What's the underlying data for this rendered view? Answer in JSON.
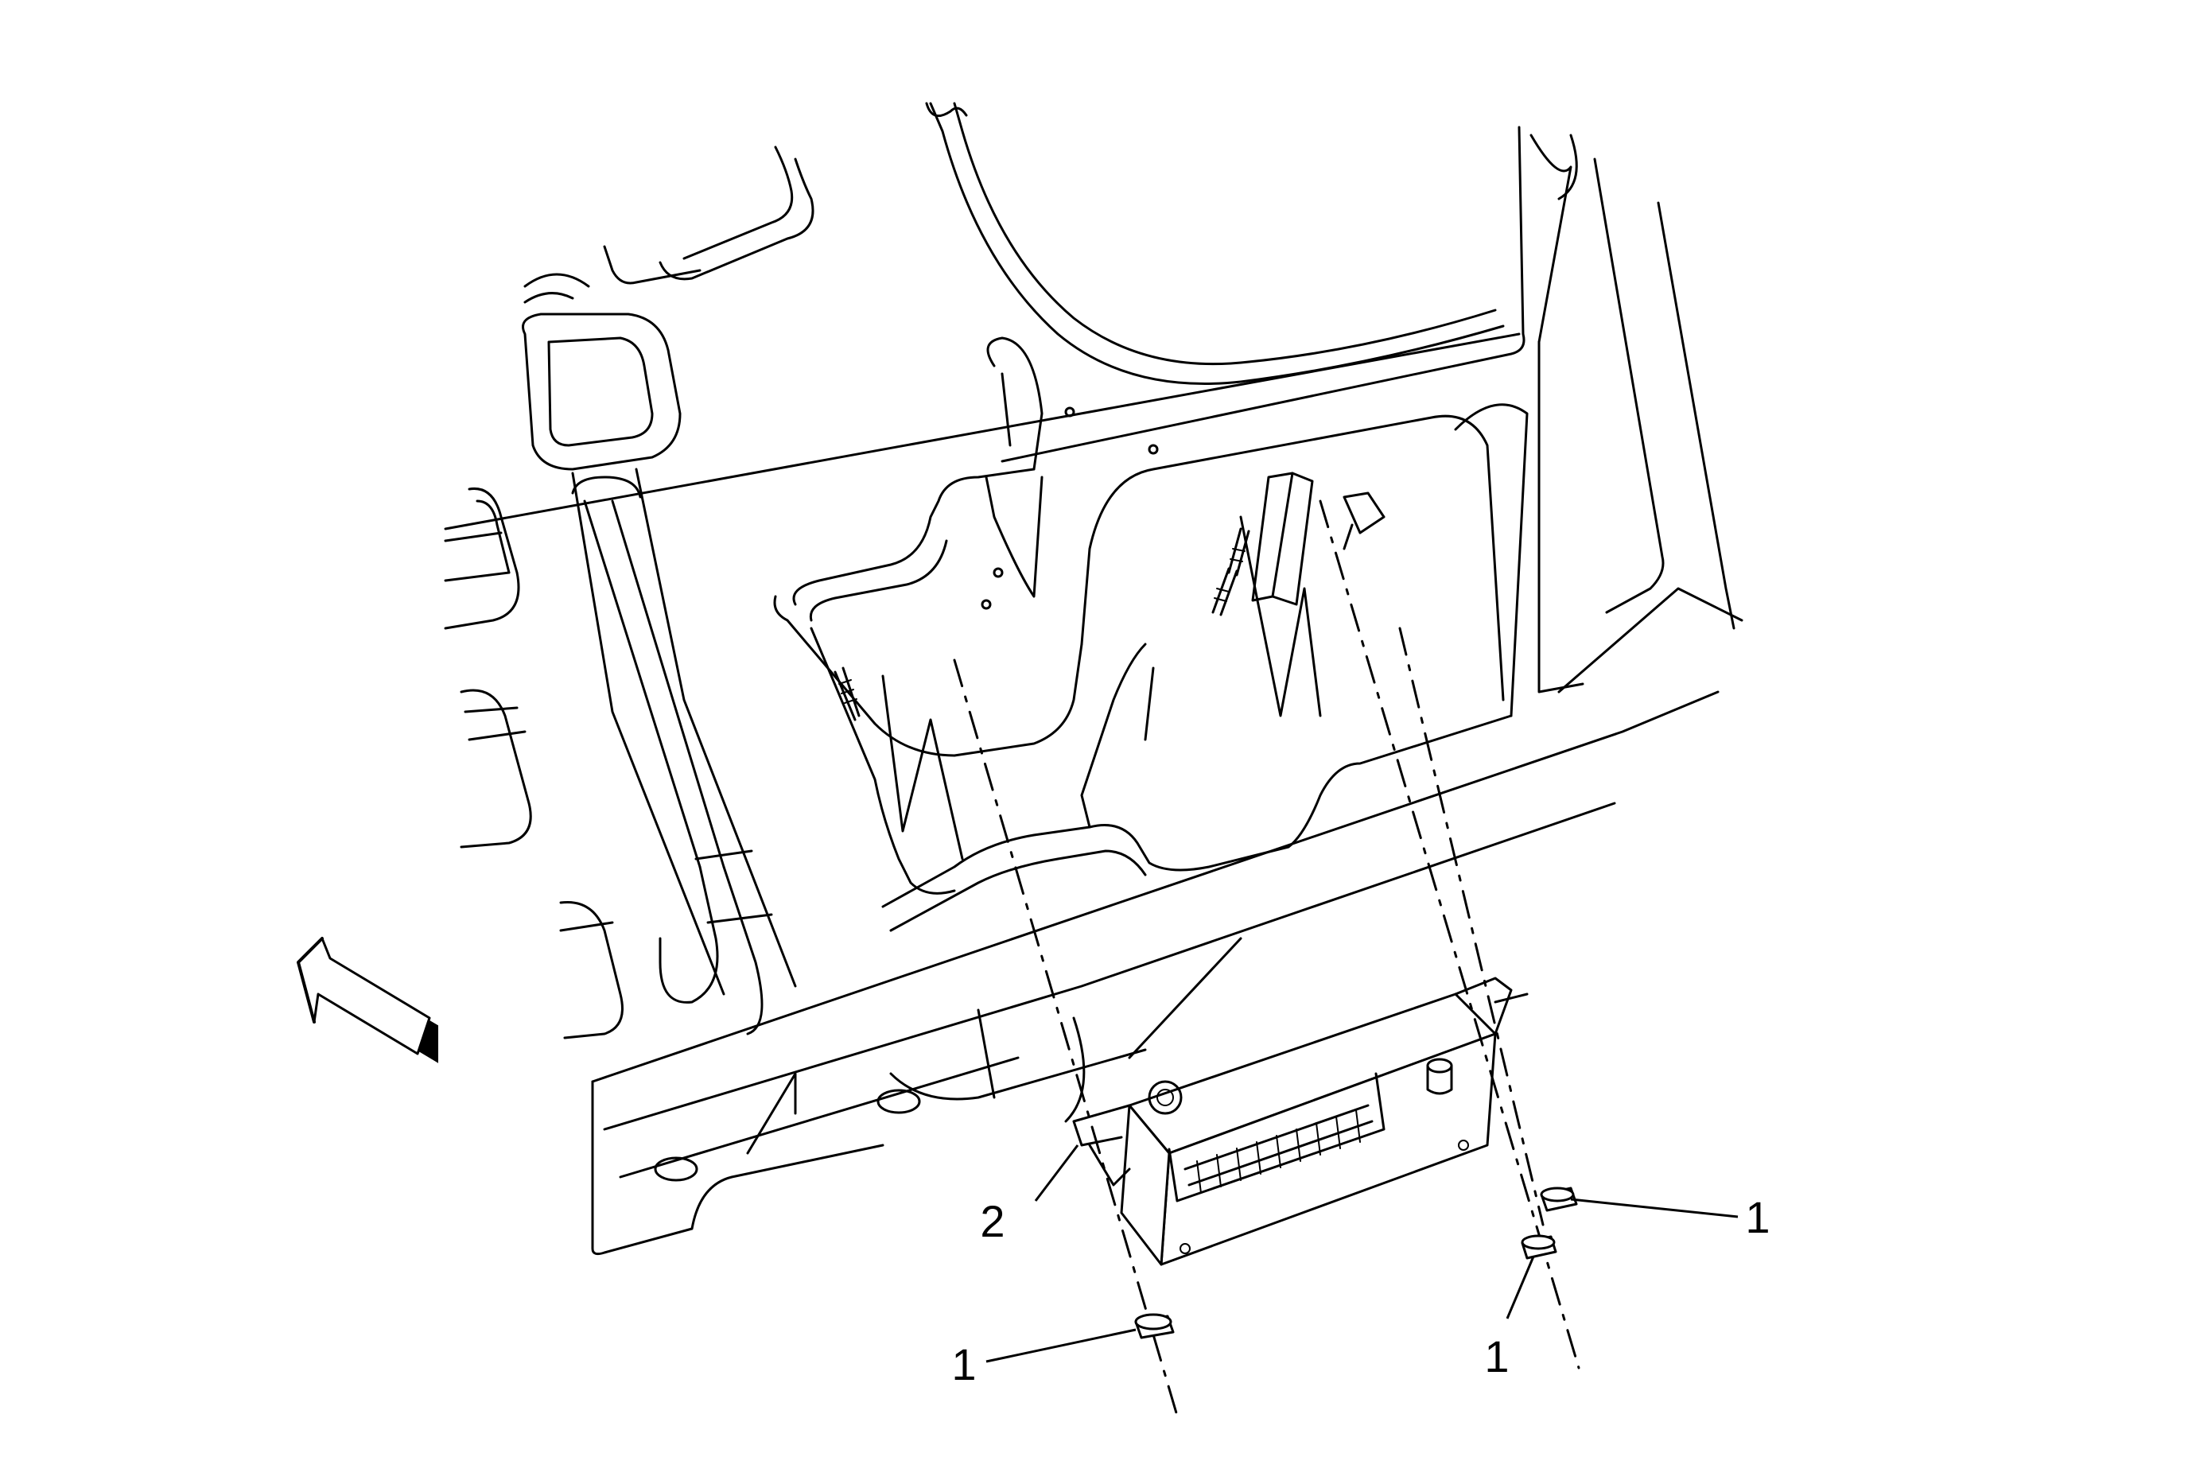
{
  "callouts": [
    {
      "id": "fastener-bottom-left",
      "label": "1"
    },
    {
      "id": "fastener-bottom-right",
      "label": "1"
    },
    {
      "id": "fastener-right",
      "label": "1"
    },
    {
      "id": "module-bracket",
      "label": "2"
    }
  ],
  "icons": {
    "direction_arrow": "front-direction-arrow-icon"
  }
}
